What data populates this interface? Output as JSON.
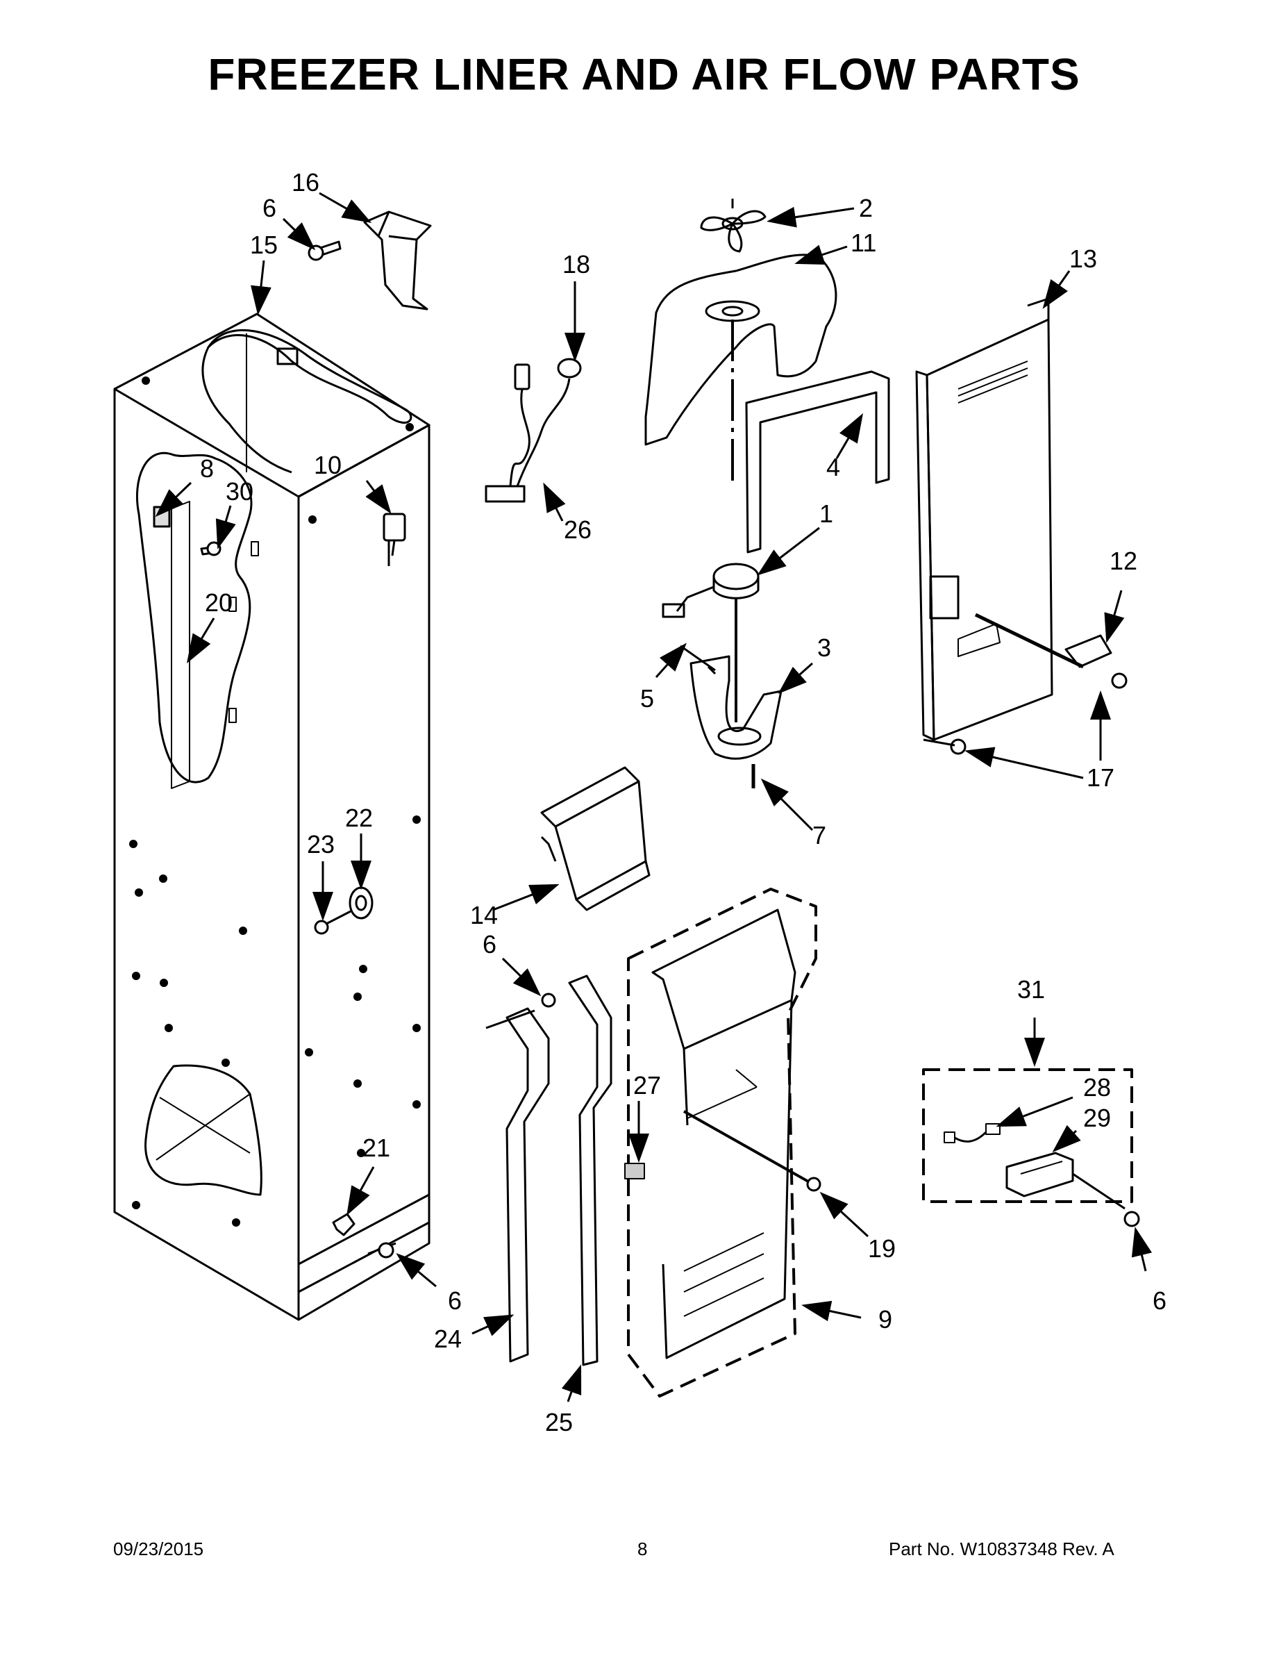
{
  "title": "FREEZER LINER AND AIR FLOW PARTS",
  "callouts": [
    {
      "id": "c1",
      "text": "1"
    },
    {
      "id": "c2",
      "text": "2"
    },
    {
      "id": "c3",
      "text": "3"
    },
    {
      "id": "c4",
      "text": "4"
    },
    {
      "id": "c5",
      "text": "5"
    },
    {
      "id": "c6a",
      "text": "6"
    },
    {
      "id": "c6b",
      "text": "6"
    },
    {
      "id": "c6c",
      "text": "6"
    },
    {
      "id": "c6d",
      "text": "6"
    },
    {
      "id": "c7",
      "text": "7"
    },
    {
      "id": "c8",
      "text": "8"
    },
    {
      "id": "c9",
      "text": "9"
    },
    {
      "id": "c10",
      "text": "10"
    },
    {
      "id": "c11",
      "text": "11"
    },
    {
      "id": "c12",
      "text": "12"
    },
    {
      "id": "c13",
      "text": "13"
    },
    {
      "id": "c14",
      "text": "14"
    },
    {
      "id": "c15",
      "text": "15"
    },
    {
      "id": "c16",
      "text": "16"
    },
    {
      "id": "c17",
      "text": "17"
    },
    {
      "id": "c18",
      "text": "18"
    },
    {
      "id": "c19",
      "text": "19"
    },
    {
      "id": "c20",
      "text": "20"
    },
    {
      "id": "c21",
      "text": "21"
    },
    {
      "id": "c22",
      "text": "22"
    },
    {
      "id": "c23",
      "text": "23"
    },
    {
      "id": "c24",
      "text": "24"
    },
    {
      "id": "c25",
      "text": "25"
    },
    {
      "id": "c26",
      "text": "26"
    },
    {
      "id": "c27",
      "text": "27"
    },
    {
      "id": "c28",
      "text": "28"
    },
    {
      "id": "c29",
      "text": "29"
    },
    {
      "id": "c30",
      "text": "30"
    },
    {
      "id": "c31",
      "text": "31"
    }
  ],
  "footer": {
    "date": "09/23/2015",
    "page": "8",
    "part_no": "Part No.  W10837348  Rev.  A"
  }
}
